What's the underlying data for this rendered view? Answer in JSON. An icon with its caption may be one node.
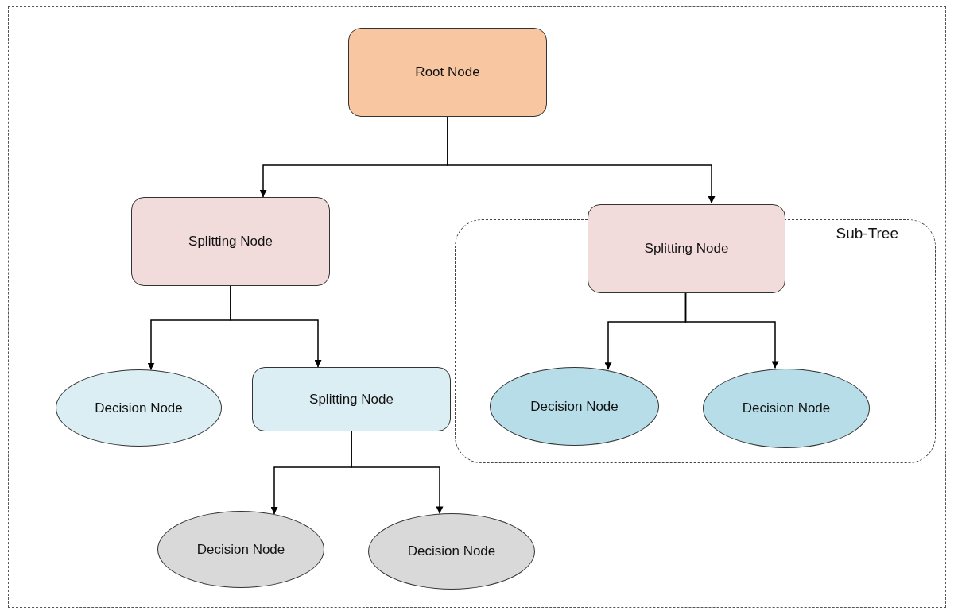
{
  "diagram": {
    "nodes": [
      {
        "text": [
          "Root Node"
        ]
      },
      {
        "text": [
          "Splitting Node"
        ]
      },
      {
        "text": [
          "Sub-Tree"
        ]
      },
      {
        "text": [
          "Splitting Node"
        ],
        "in": 2
      },
      {
        "text": [
          "Decision Node"
        ]
      },
      {
        "text": [
          "Splitting Node"
        ]
      },
      {
        "text": [
          "Decision Node"
        ],
        "in": 2
      },
      {
        "text": [
          "Decision Node"
        ],
        "in": 2
      },
      {
        "text": [
          "Decision Node"
        ]
      },
      {
        "text": [
          "Decision Node"
        ]
      }
    ],
    "edges": [
      {
        "from": 0,
        "to": 1,
        "arrow": "to"
      },
      {
        "from": 0,
        "to": 3,
        "arrow": "to"
      },
      {
        "from": 1,
        "to": 4,
        "arrow": "to"
      },
      {
        "from": 1,
        "to": 5,
        "arrow": "to"
      },
      {
        "from": 3,
        "to": 6,
        "arrow": "to"
      },
      {
        "from": 3,
        "to": 7,
        "arrow": "to"
      },
      {
        "from": 5,
        "to": 8,
        "arrow": "to"
      },
      {
        "from": 5,
        "to": 9,
        "arrow": "to"
      }
    ]
  }
}
